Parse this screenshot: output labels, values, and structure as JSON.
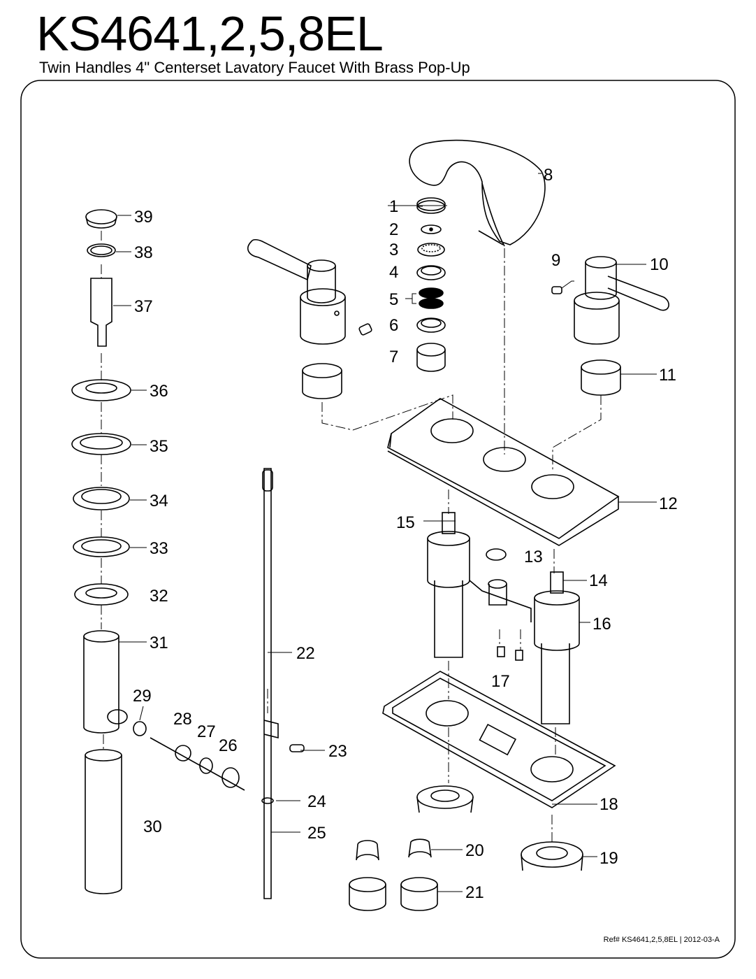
{
  "header": {
    "model": "KS4641,2,5,8EL",
    "subtitle": "Twin Handles 4\" Centerset Lavatory Faucet With Brass Pop-Up"
  },
  "parts": [
    {
      "id": "p1",
      "number": "1"
    },
    {
      "id": "p2",
      "number": "2"
    },
    {
      "id": "p3",
      "number": "3"
    },
    {
      "id": "p4",
      "number": "4"
    },
    {
      "id": "p5",
      "number": "5"
    },
    {
      "id": "p6",
      "number": "6"
    },
    {
      "id": "p7",
      "number": "7"
    },
    {
      "id": "p8",
      "number": "8"
    },
    {
      "id": "p9",
      "number": "9"
    },
    {
      "id": "p10",
      "number": "10"
    },
    {
      "id": "p11",
      "number": "11"
    },
    {
      "id": "p12",
      "number": "12"
    },
    {
      "id": "p13",
      "number": "13"
    },
    {
      "id": "p14",
      "number": "14"
    },
    {
      "id": "p15",
      "number": "15"
    },
    {
      "id": "p16",
      "number": "16"
    },
    {
      "id": "p17",
      "number": "17"
    },
    {
      "id": "p18",
      "number": "18"
    },
    {
      "id": "p19",
      "number": "19"
    },
    {
      "id": "p20",
      "number": "20"
    },
    {
      "id": "p21",
      "number": "21"
    },
    {
      "id": "p22",
      "number": "22"
    },
    {
      "id": "p23",
      "number": "23"
    },
    {
      "id": "p24",
      "number": "24"
    },
    {
      "id": "p25",
      "number": "25"
    },
    {
      "id": "p26",
      "number": "26"
    },
    {
      "id": "p27",
      "number": "27"
    },
    {
      "id": "p28",
      "number": "28"
    },
    {
      "id": "p29",
      "number": "29"
    },
    {
      "id": "p30",
      "number": "30"
    },
    {
      "id": "p31",
      "number": "31"
    },
    {
      "id": "p32",
      "number": "32"
    },
    {
      "id": "p33",
      "number": "33"
    },
    {
      "id": "p34",
      "number": "34"
    },
    {
      "id": "p35",
      "number": "35"
    },
    {
      "id": "p36",
      "number": "36"
    },
    {
      "id": "p37",
      "number": "37"
    },
    {
      "id": "p38",
      "number": "38"
    },
    {
      "id": "p39",
      "number": "39"
    }
  ],
  "footer": {
    "ref": "Ref# KS4641,2,5,8EL | 2012-03-A"
  }
}
